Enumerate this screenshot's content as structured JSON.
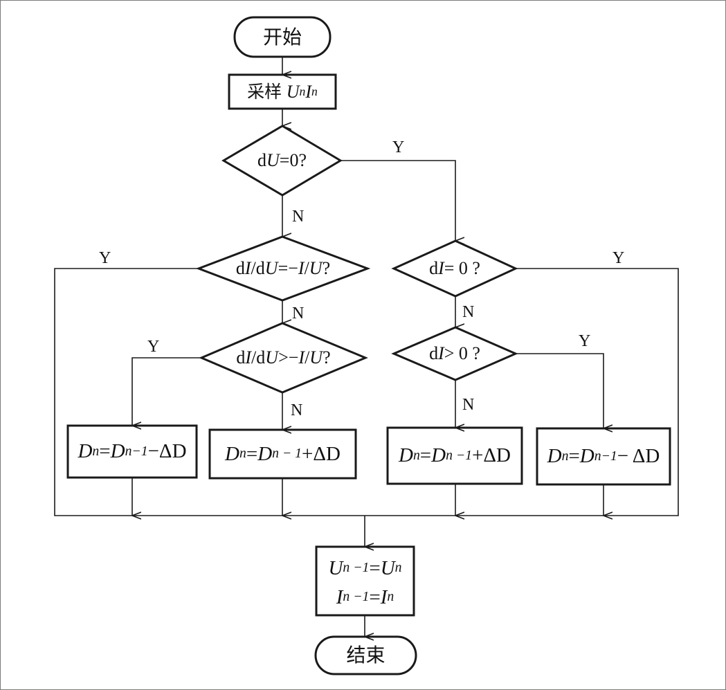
{
  "nodes": {
    "start": "开始",
    "sample": {
      "cn": "采样",
      "u": "U",
      "sub_n": "n",
      "i": "I"
    },
    "d_du_zero": {
      "d": "d",
      "var": "U",
      "rest": "=0?"
    },
    "d_di_du_eq": {
      "d1": "d",
      "v1": "I",
      "slash": "/d",
      "v2": "U",
      "eq": "=−",
      "v3": "I",
      "slash2": "/",
      "v4": "U",
      "q": "?"
    },
    "d_di_du_gt": {
      "d1": "d",
      "v1": "I",
      "slash": "/d",
      "v2": "U",
      "gt": ">−",
      "v3": "I",
      "slash2": "/",
      "v4": "U",
      "q": "?"
    },
    "d_di_zero": {
      "d": "d",
      "var": "I",
      "rest": "= 0 ?"
    },
    "d_di_pos": {
      "d": "d",
      "var": "I",
      "rest": "> 0 ?"
    },
    "box_a": {
      "D": "D",
      "n": "n",
      "eq": "=",
      "D2": "D",
      "n1": "n−1",
      "op": "−ΔD"
    },
    "box_b": {
      "D": "D",
      "n": "n",
      "eq": "=",
      "D2": "D",
      "n1": "n − 1",
      "op": "+ΔD"
    },
    "box_c": {
      "D": "D",
      "n": "n",
      "eq": "=",
      "D2": "D",
      "n1": "n −1",
      "op": "+ΔD"
    },
    "box_d": {
      "D": "D",
      "n": "n",
      "eq": "=",
      "D2": "D",
      "n1": "n−1",
      "op": " − ΔD"
    },
    "update": {
      "line1": {
        "U": "U",
        "sub1": "n −1",
        "eq": "= ",
        "U2": "U",
        "sub2": "n"
      },
      "line2": {
        "I": "I",
        "sub1": "n −1",
        "eq": " =  ",
        "I2": "I",
        "sub2": "n"
      }
    },
    "end": "结束"
  },
  "labels": {
    "yes": "Y",
    "no": "N"
  }
}
